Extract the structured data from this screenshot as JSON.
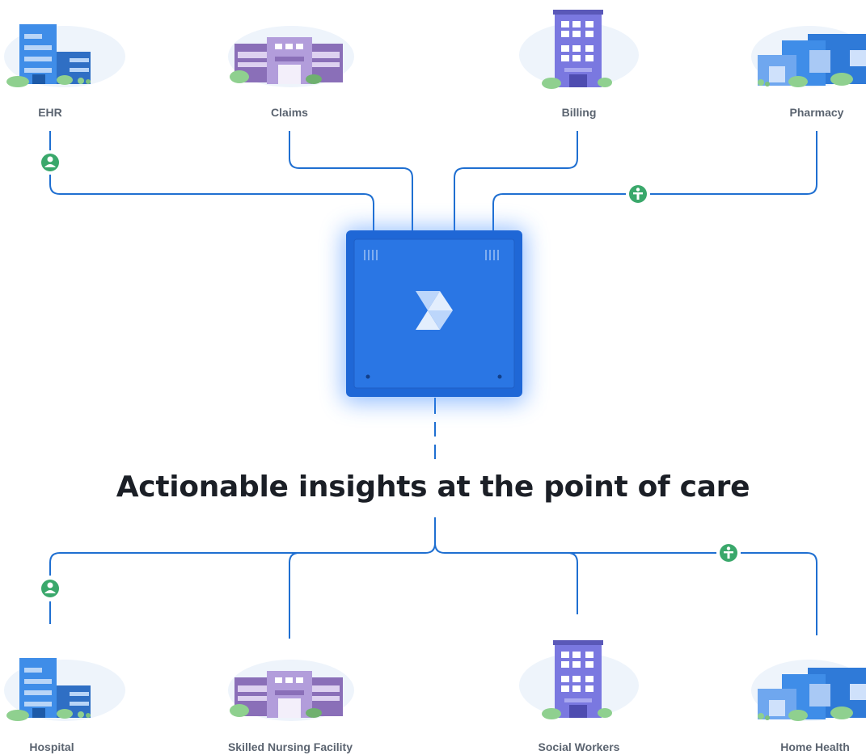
{
  "colors": {
    "line": "#1f6fd1",
    "badge": "#3aa86b",
    "hub": "#1f67d6",
    "blue_building": "#3f8de8",
    "purple_building": "#9b82c6",
    "indigo_building": "#7a78e0",
    "bush": "#8fd08f"
  },
  "sources": [
    {
      "label": "EHR",
      "icon": "hospital-building-icon"
    },
    {
      "label": "Claims",
      "icon": "office-building-icon"
    },
    {
      "label": "Billing",
      "icon": "tower-building-icon"
    },
    {
      "label": "Pharmacy",
      "icon": "pharmacy-building-icon"
    }
  ],
  "hub": {
    "icon": "logo-chevron-icon"
  },
  "headline": "Actionable insights at the point of care",
  "destinations": [
    {
      "label": "Hospital",
      "icon": "hospital-building-icon"
    },
    {
      "label": "Skilled Nursing Facility",
      "icon": "office-building-icon"
    },
    {
      "label": "Social Workers",
      "icon": "tower-building-icon"
    },
    {
      "label": "Home Health",
      "icon": "pharmacy-building-icon"
    }
  ],
  "badges": [
    "person-icon",
    "accessibility-icon",
    "person-icon",
    "accessibility-icon"
  ]
}
